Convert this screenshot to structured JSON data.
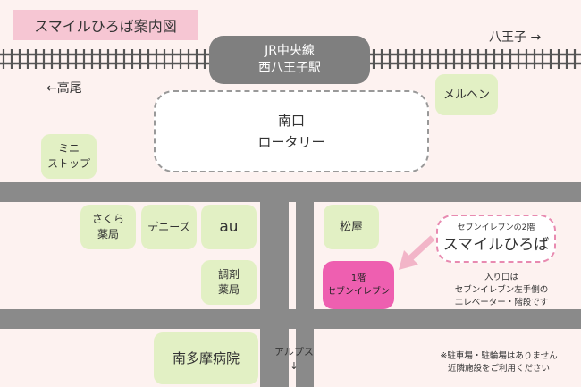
{
  "title": "スマイルひろば案内図",
  "station": {
    "line": "JR中央線",
    "name": "西八王子駅"
  },
  "directions": {
    "east": "八王子 →",
    "west": "←高尾",
    "south_label": "アルプス",
    "south_arrow": "↓"
  },
  "rotary": {
    "line1": "南口",
    "line2": "ロータリー"
  },
  "landmarks": {
    "meruhen": "メルヘン",
    "ministop_1": "ミニ",
    "ministop_2": "ストップ",
    "sakura_1": "さくら",
    "sakura_2": "薬局",
    "denizu": "デニーズ",
    "au": "au",
    "chouzai_1": "調剤",
    "chouzai_2": "薬局",
    "matsuya": "松屋",
    "hospital": "南多摩病院"
  },
  "seven_eleven": {
    "floor": "1階",
    "name": "セブンイレブン"
  },
  "smile": {
    "sub": "セブンイレブンの2階",
    "main": "スマイルひろば"
  },
  "entrance_note": [
    "入り口は",
    "セブンイレブン左手側の",
    "エレベーター・階段です"
  ],
  "parking_note": [
    "※駐車場・駐輪場はありません",
    "近隣施設をご利用ください"
  ],
  "colors": {
    "background": "#fdf2f0",
    "road": "#8a8a8a",
    "landmark": "#e2f0c4",
    "highlight": "#ee5fb0",
    "title_bg": "#f6c6d3",
    "arrow": "#f2b5c8"
  }
}
